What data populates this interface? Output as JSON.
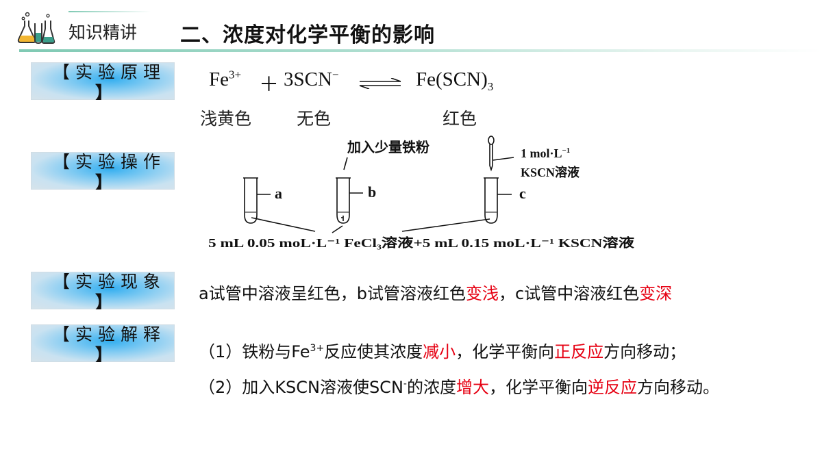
{
  "header": {
    "section": "知识精讲",
    "title": "二、浓度对化学平衡的影响"
  },
  "labels": [
    {
      "open": "【实验原理",
      "close": "】"
    },
    {
      "open": "【实验操作",
      "close": "】"
    },
    {
      "open": "【实验现象",
      "close": "】"
    },
    {
      "open": "【实验解释",
      "close": "】"
    }
  ],
  "equation": {
    "fe": "Fe",
    "fe_sup": "3+",
    "plus": "＋",
    "scn": "3SCN",
    "scn_sup": "−",
    "product": "Fe(SCN)",
    "product_sub": "3",
    "colors": [
      "浅黄色",
      "无色",
      "红色"
    ]
  },
  "diagram": {
    "tube_labels": [
      "a",
      "b",
      "c"
    ],
    "add_iron": "加入少量铁粉",
    "kscn_conc": "1 mol·L",
    "kscn_conc_sup": "−1",
    "kscn_name": "KSCN溶液",
    "bottom_caption": "5 mL 0.05 moL·L⁻¹ FeCl₃溶液+5 mL 0.15 moL·L⁻¹ KSCN溶液"
  },
  "phenomenon": {
    "p1": "a试管中溶液呈红色，b试管溶液红色",
    "r1": "变浅",
    "p2": "，c试管中溶液红色",
    "r2": "变深"
  },
  "explanation": {
    "line1": {
      "a": "（1）铁粉与Fe",
      "sup": "3+",
      "b": "反应使其浓度",
      "r1": "减小",
      "c": "，化学平衡向",
      "r2": "正反应",
      "d": "方向移动；"
    },
    "line2": {
      "a": "（2）加入KSCN溶液使SCN",
      "sup": "-",
      "b": "的浓度",
      "r1": "增大",
      "c": "，化学平衡向",
      "r2": "逆反应",
      "d": "方向移动。"
    }
  },
  "colors": {
    "emphasis": "#e60012",
    "label_box": "#33aef0",
    "header_line": "#7fc9b3"
  }
}
